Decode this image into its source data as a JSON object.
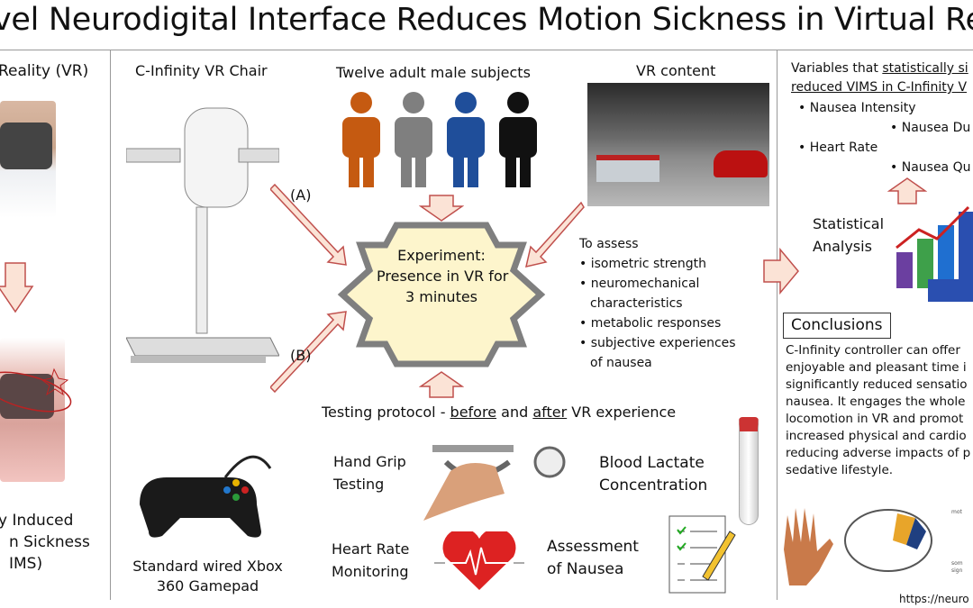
{
  "title": "vel Neurodigital Interface Reduces Motion Sickness in Virtual Rea",
  "left": {
    "heading": "Reality (VR)",
    "caption": [
      "y Induced",
      "n Sickness",
      "IMS)"
    ]
  },
  "middle": {
    "chair_label": "C-Infinity VR Chair",
    "subjects_label": "Twelve adult male subjects",
    "vr_content_label": "VR content",
    "path_a": "(A)",
    "path_b": "(B)",
    "experiment": [
      "Experiment:",
      "Presence in VR for",
      "3 minutes"
    ],
    "assess_heading": "To assess",
    "assess_items": [
      "isometric strength",
      "neuromechanical",
      "characteristics",
      "metabolic responses",
      "subjective experiences",
      "of nausea"
    ],
    "protocol": {
      "prefix": "Testing protocol - ",
      "before": "before",
      "and": " and ",
      "after": "after",
      "suffix": " VR experience"
    },
    "gamepad": [
      "Standard wired Xbox",
      "360 Gamepad"
    ],
    "hand_grip": [
      "Hand Grip",
      "Testing"
    ],
    "blood_lactate": [
      "Blood Lactate",
      "Concentration"
    ],
    "heart_rate": [
      "Heart Rate",
      "Monitoring"
    ],
    "nausea": [
      "Assessment",
      "of Nausea"
    ],
    "subject_colors": [
      "#c55a11",
      "#7f7f7f",
      "#1f4e9a",
      "#111111"
    ]
  },
  "right": {
    "variables_heading": [
      "Variables that ",
      "statistically si",
      "reduced VIMS in C-Infinity V"
    ],
    "variables": [
      "Nausea Intensity",
      "Nausea Du",
      "Heart Rate",
      "Nausea Qu"
    ],
    "stats_label": [
      "Statistical",
      "Analysis"
    ],
    "conclusions_heading": "Conclusions",
    "conclusions_text": [
      "C-Infinity controller can offer",
      "enjoyable and pleasant time i",
      "significantly reduced sensatio",
      "nausea. It engages the whole",
      "locomotion in VR and promot",
      "increased physical and cardio",
      "reducing adverse impacts of p",
      "sedative lifestyle."
    ],
    "diagram_labels": [
      "mot",
      "som",
      "sign"
    ],
    "url": "https://neuro"
  }
}
